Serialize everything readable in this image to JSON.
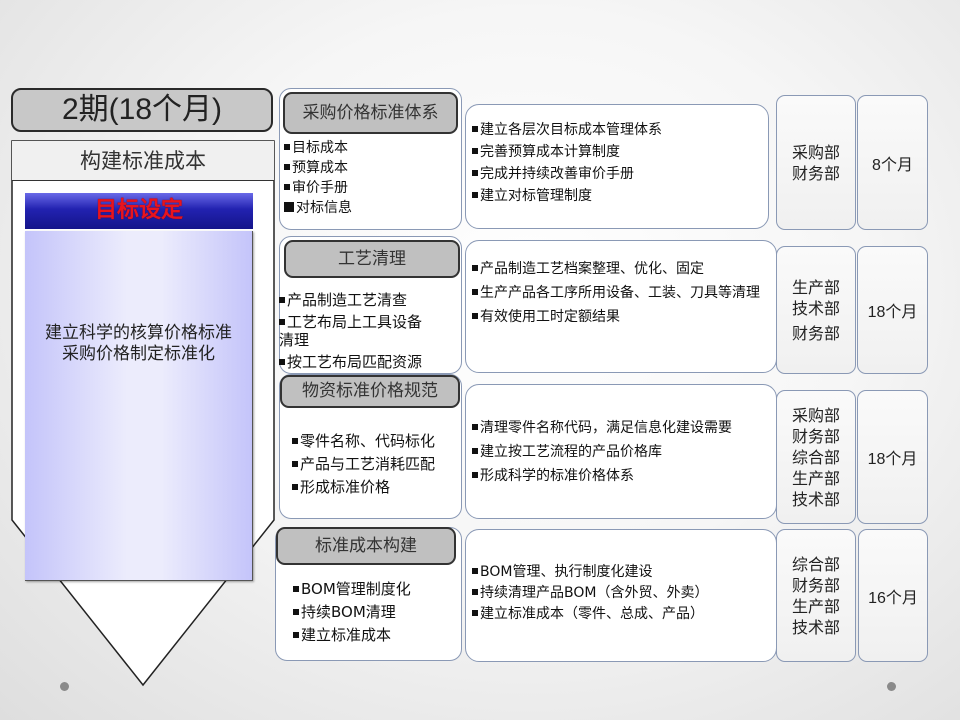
{
  "left": {
    "phase_title": "2期(18个月)",
    "subtitle": "构建标准成本",
    "goal_header": "目标设定",
    "goal_lines": [
      "建立科学的核算价格标准",
      "采购价格制定标准化"
    ]
  },
  "rows": [
    {
      "category": "采购价格标准体系",
      "items": [
        "目标成本",
        "预算成本",
        "审价手册",
        "对标信息"
      ],
      "details": [
        "建立各层次目标成本管理体系",
        "完善预算成本计算制度",
        "完成并持续改善审价手册",
        "建立对标管理制度"
      ],
      "departments": [
        "采购部",
        "财务部"
      ],
      "duration": "8个月"
    },
    {
      "category": "工艺清理",
      "items": [
        "产品制造工艺清查",
        "工艺布局上工具设备清理",
        "按工艺布局匹配资源"
      ],
      "details": [
        "产品制造工艺档案整理、优化、固定",
        "生产产品各工序所用设备、工装、刀具等清理",
        "有效使用工时定额结果"
      ],
      "departments": [
        "生产部",
        "技术部",
        "财务部"
      ],
      "duration": "18个月"
    },
    {
      "category": "物资标准价格规范",
      "items": [
        "零件名称、代码标化",
        "产品与工艺消耗匹配",
        "形成标准价格"
      ],
      "details": [
        "清理零件名称代码，满足信息化建设需要",
        "建立按工艺流程的产品价格库",
        "形成科学的标准价格体系"
      ],
      "departments": [
        "采购部",
        "财务部",
        "综合部",
        "生产部",
        "技术部"
      ],
      "duration": "18个月"
    },
    {
      "category": "标准成本构建",
      "items": [
        "BOM管理制度化",
        "持续BOM清理",
        "建立标准成本"
      ],
      "details": [
        "BOM管理、执行制度化建设",
        "持续清理产品BOM（含外贸、外卖）",
        "建立标准成本（零件、总成、产品）"
      ],
      "departments": [
        "综合部",
        "财务部",
        "生产部",
        "技术部"
      ],
      "duration": "16个月"
    }
  ],
  "colors": {
    "goal_header_text": "#e8141e",
    "goal_header_bg": "#2222b0",
    "goal_body_bg": "#c4c4fa",
    "box_border": "#8a99b5",
    "title_bg": "#c0c0c0"
  }
}
